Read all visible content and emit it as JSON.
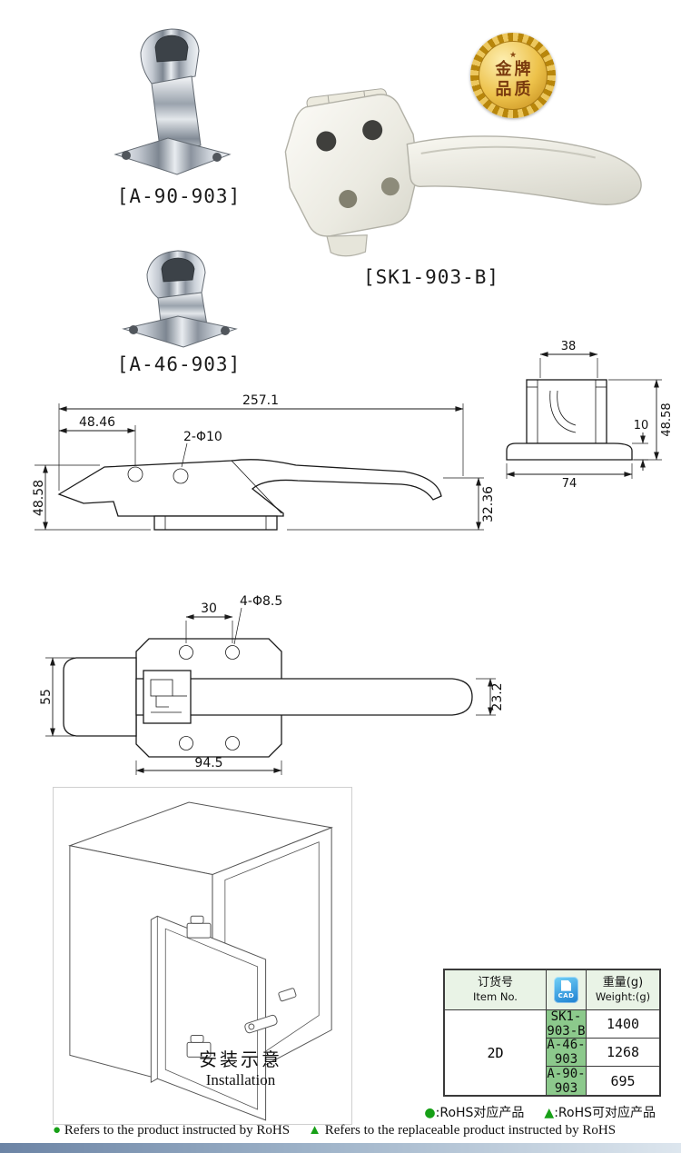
{
  "badge": {
    "line1": "金牌",
    "line2": "品质",
    "star": "★"
  },
  "products": {
    "a90": {
      "label": "[A-90-903]"
    },
    "sk1": {
      "label": "[SK1-903-B]"
    },
    "a46": {
      "label": "[A-46-903]"
    }
  },
  "drawings": {
    "side": {
      "dim_total": "257.1",
      "dim_offset": "48.46",
      "dim_holes": "2-Φ10",
      "dim_h_left": "48.58",
      "dim_h_right": "32.36"
    },
    "keeper": {
      "dim_top": "38",
      "dim_step": "10",
      "dim_h": "48.58",
      "dim_base": "74"
    },
    "top": {
      "dim_spacing": "30",
      "dim_holes": "4-Φ8.5",
      "dim_grip": "55",
      "dim_arm": "23.2",
      "dim_plate": "94.5"
    }
  },
  "installation": {
    "caption_zh": "安装示意",
    "caption_en": "Installation"
  },
  "table": {
    "header": {
      "item_zh": "订货号",
      "item_en": "Item No.",
      "cad": "CAD",
      "weight_zh": "重量(g)",
      "weight_en": "Weight:(g)"
    },
    "cad_type": "2D",
    "rows": [
      {
        "item": "SK1-903-B",
        "weight": "1400"
      },
      {
        "item": "A-46-903",
        "weight": "1268"
      },
      {
        "item": "A-90-903",
        "weight": "695"
      }
    ]
  },
  "notes": {
    "dot": "●",
    "triangle": "▲",
    "zh_dot": ":RoHS对应产品",
    "zh_tri": ":RoHS可对应产品",
    "en_dot": "Refers to the product instructed by RoHS",
    "en_tri": "Refers to the replaceable product instructed by RoHS"
  },
  "colors": {
    "accent_green": "#17a017",
    "table_item_green": "#8cc98c",
    "table_header_green": "#e9f3e6",
    "cad_blue": "#1b7fd0",
    "badge_gold": "#d8a520"
  }
}
